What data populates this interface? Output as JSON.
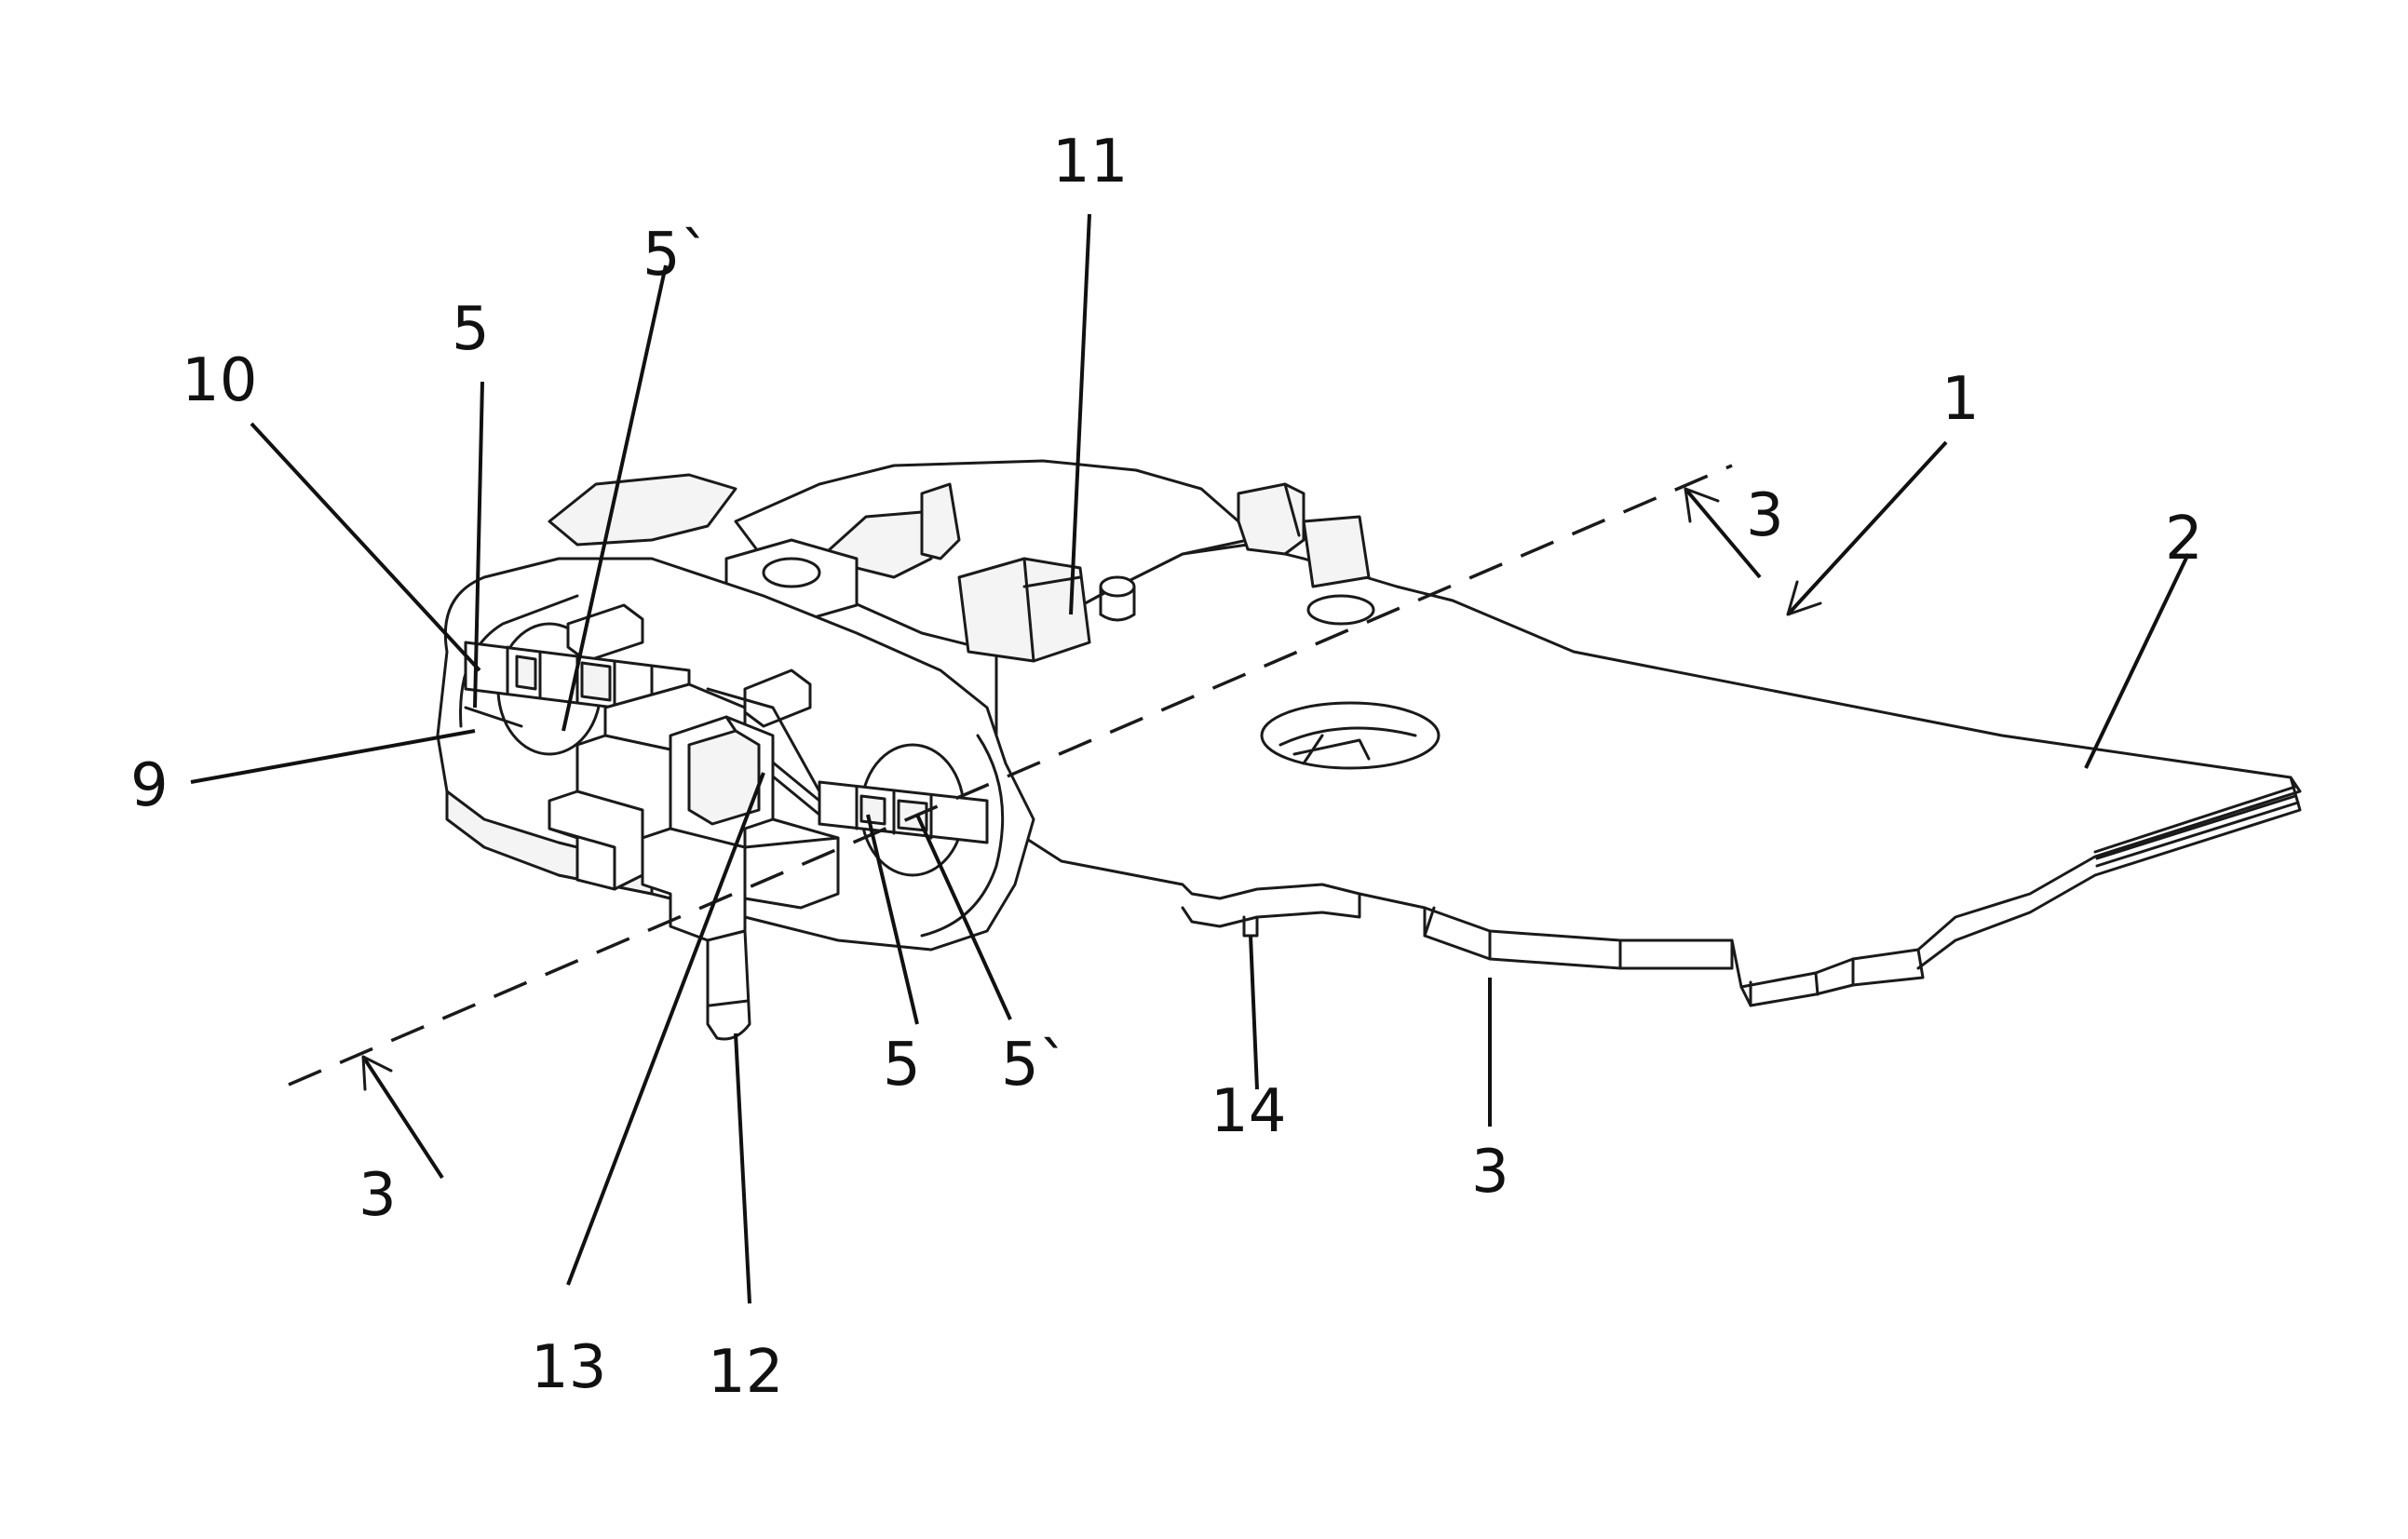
{
  "labels": {
    "part_1": "1",
    "part_2": "2",
    "section_3_right": "3",
    "section_3_left": "3",
    "part_3": "3",
    "part_5_top": "5",
    "part_5_prime_top": "5`",
    "part_5_bottom": "5",
    "part_5_prime_bottom": "5`",
    "part_9": "9",
    "part_10": "10",
    "part_11": "11",
    "part_12": "12",
    "part_13": "13",
    "part_14": "14"
  },
  "colors": {
    "line": "#1a1a1a",
    "background": "#ffffff"
  }
}
